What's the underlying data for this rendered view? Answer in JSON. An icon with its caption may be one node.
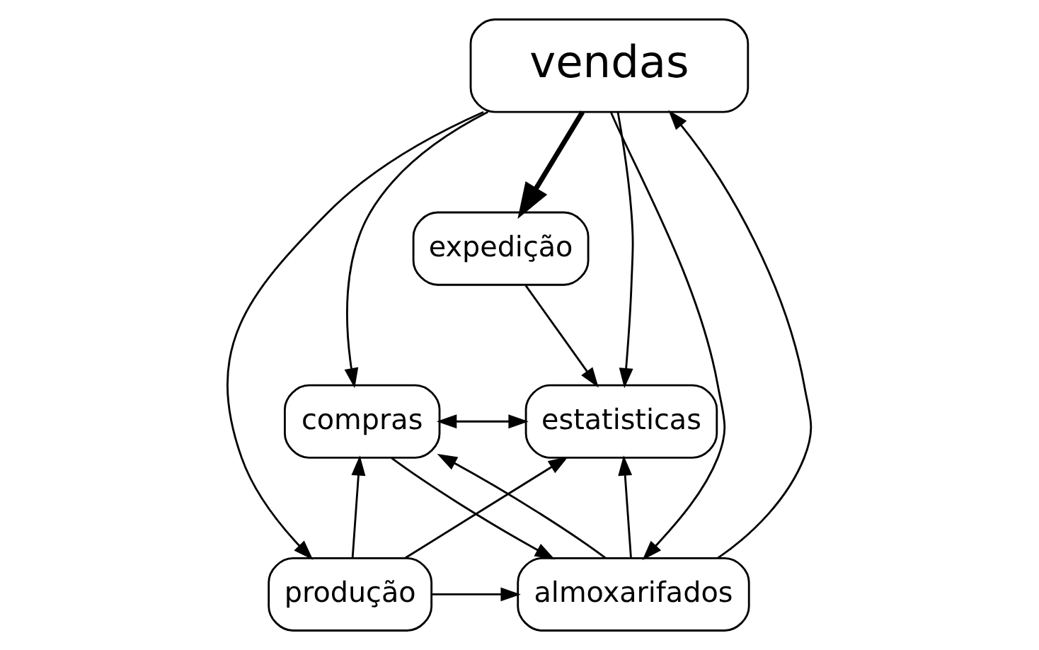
{
  "diagram": {
    "nodes": [
      {
        "text": [
          "vendas"
        ]
      },
      {
        "text": [
          "expedição"
        ]
      },
      {
        "text": [
          "compras"
        ]
      },
      {
        "text": [
          "estatisticas"
        ]
      },
      {
        "text": [
          "produção"
        ]
      },
      {
        "text": [
          "almoxarifados"
        ]
      }
    ],
    "edges": [
      {
        "from": 0,
        "to": 1,
        "arrow": "to",
        "style": "thick"
      },
      {
        "from": 1,
        "to": 3,
        "arrow": "to"
      },
      {
        "from": 0,
        "to": 2,
        "arrow": "to"
      },
      {
        "from": 0,
        "to": 4,
        "arrow": "to"
      },
      {
        "from": 0,
        "to": 3,
        "arrow": "to"
      },
      {
        "from": 0,
        "to": 5,
        "arrow": "to"
      },
      {
        "from": 5,
        "to": 0,
        "arrow": "to"
      },
      {
        "from": 2,
        "to": 3,
        "arrow": "both"
      },
      {
        "from": 2,
        "to": 5,
        "arrow": "to"
      },
      {
        "from": 5,
        "to": 2,
        "arrow": "to"
      },
      {
        "from": 5,
        "to": 3,
        "arrow": "to"
      },
      {
        "from": 4,
        "to": 2,
        "arrow": "to"
      },
      {
        "from": 4,
        "to": 3,
        "arrow": "to"
      },
      {
        "from": 4,
        "to": 5,
        "arrow": "to"
      }
    ]
  }
}
